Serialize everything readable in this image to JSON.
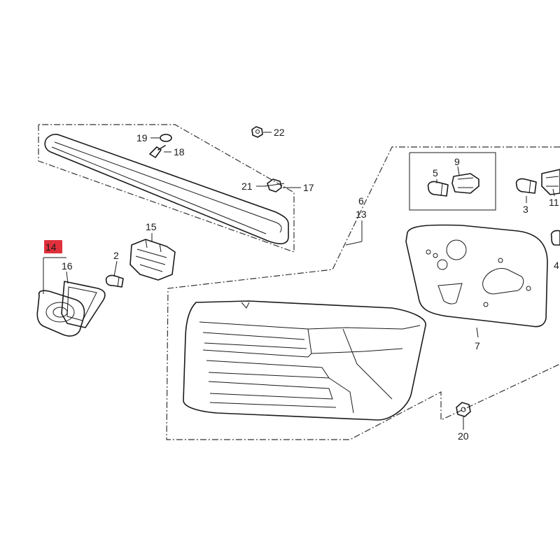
{
  "callouts": {
    "c2": "2",
    "c3": "3",
    "c4": "4",
    "c5": "5",
    "c6": "6",
    "c7": "7",
    "c9": "9",
    "c11": "11",
    "c13": "13",
    "c14": "14",
    "c15": "15",
    "c16": "16",
    "c17": "17",
    "c18": "18",
    "c19": "19",
    "c20": "20",
    "c21": "21",
    "c22": "22"
  },
  "highlight_color": "#e0303c",
  "highlighted_part": "14"
}
